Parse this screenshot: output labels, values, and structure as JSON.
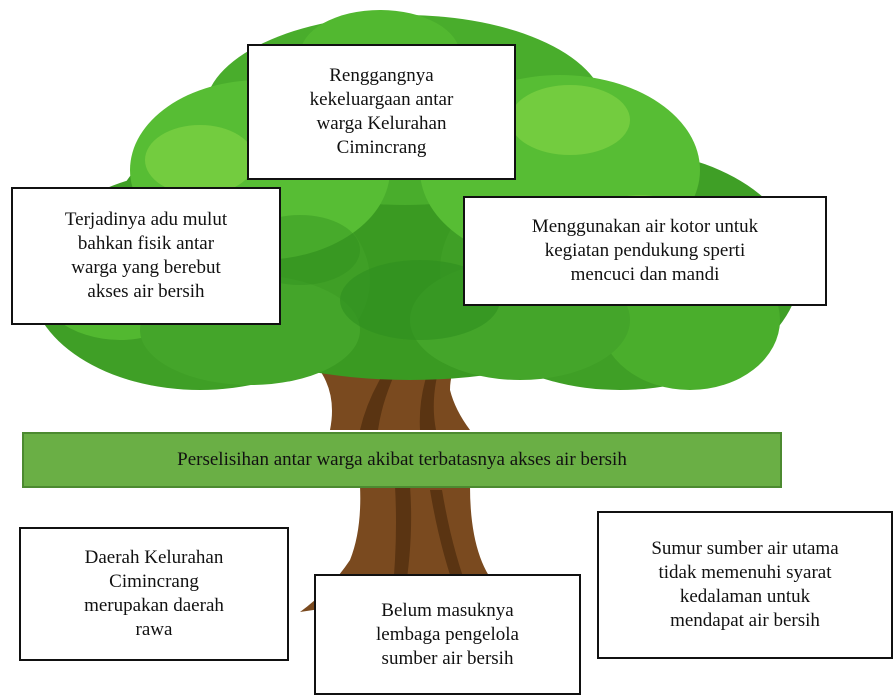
{
  "colors": {
    "leaf_dark": "#2f8f1f",
    "leaf_mid": "#4fb52e",
    "leaf_light": "#8fdc4a",
    "trunk": "#7a4a1f",
    "trunk_dark": "#5a3412",
    "core_bar": "#6aaf45",
    "box_border": "#111111"
  },
  "effects": {
    "top": "Renggangnya\nkekeluargaan antar\nwarga Kelurahan\nCimincrang",
    "left": "Terjadinya adu mulut\nbahkan fisik antar\nwarga yang berebut\nakses air bersih",
    "right": "Menggunakan air kotor untuk\nkegiatan pendukung sperti\nmencuci dan mandi"
  },
  "core_problem": "Perselisihan antar warga akibat terbatasnya akses air bersih",
  "causes": {
    "left": "Daerah Kelurahan\nCimincrang\nmerupakan daerah\nrawa",
    "middle": "Belum masuknya\nlembaga pengelola\nsumber air bersih",
    "right": "Sumur sumber air utama\ntidak memenuhi syarat\nkedalaman untuk\nmendapat air bersih"
  }
}
